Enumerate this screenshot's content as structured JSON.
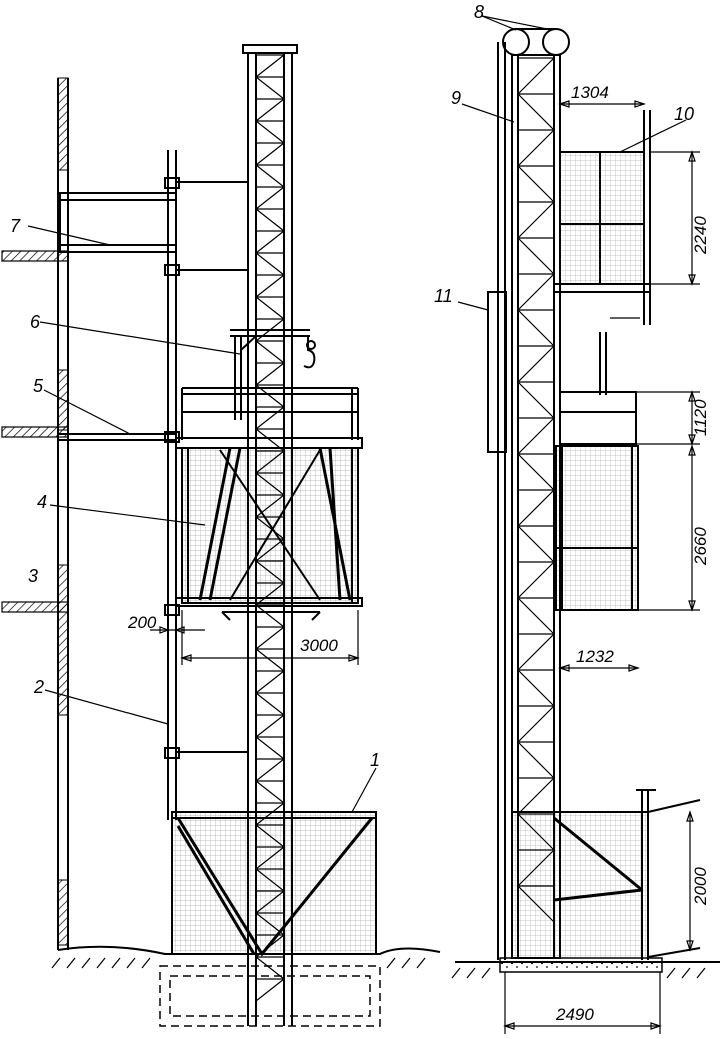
{
  "part_labels": {
    "l1": "1",
    "l2": "2",
    "l3": "3",
    "l4": "4",
    "l5": "5",
    "l6": "6",
    "l7": "7",
    "l8": "8",
    "l9": "9",
    "l10": "10",
    "l11": "11"
  },
  "dimensions": {
    "offset_200": "200",
    "width_3000": "3000",
    "gap_1304": "1304",
    "height_2240": "2240",
    "height_1120": "1120",
    "height_2660": "2660",
    "gap_1232": "1232",
    "height_2000": "2000",
    "base_2490": "2490"
  }
}
